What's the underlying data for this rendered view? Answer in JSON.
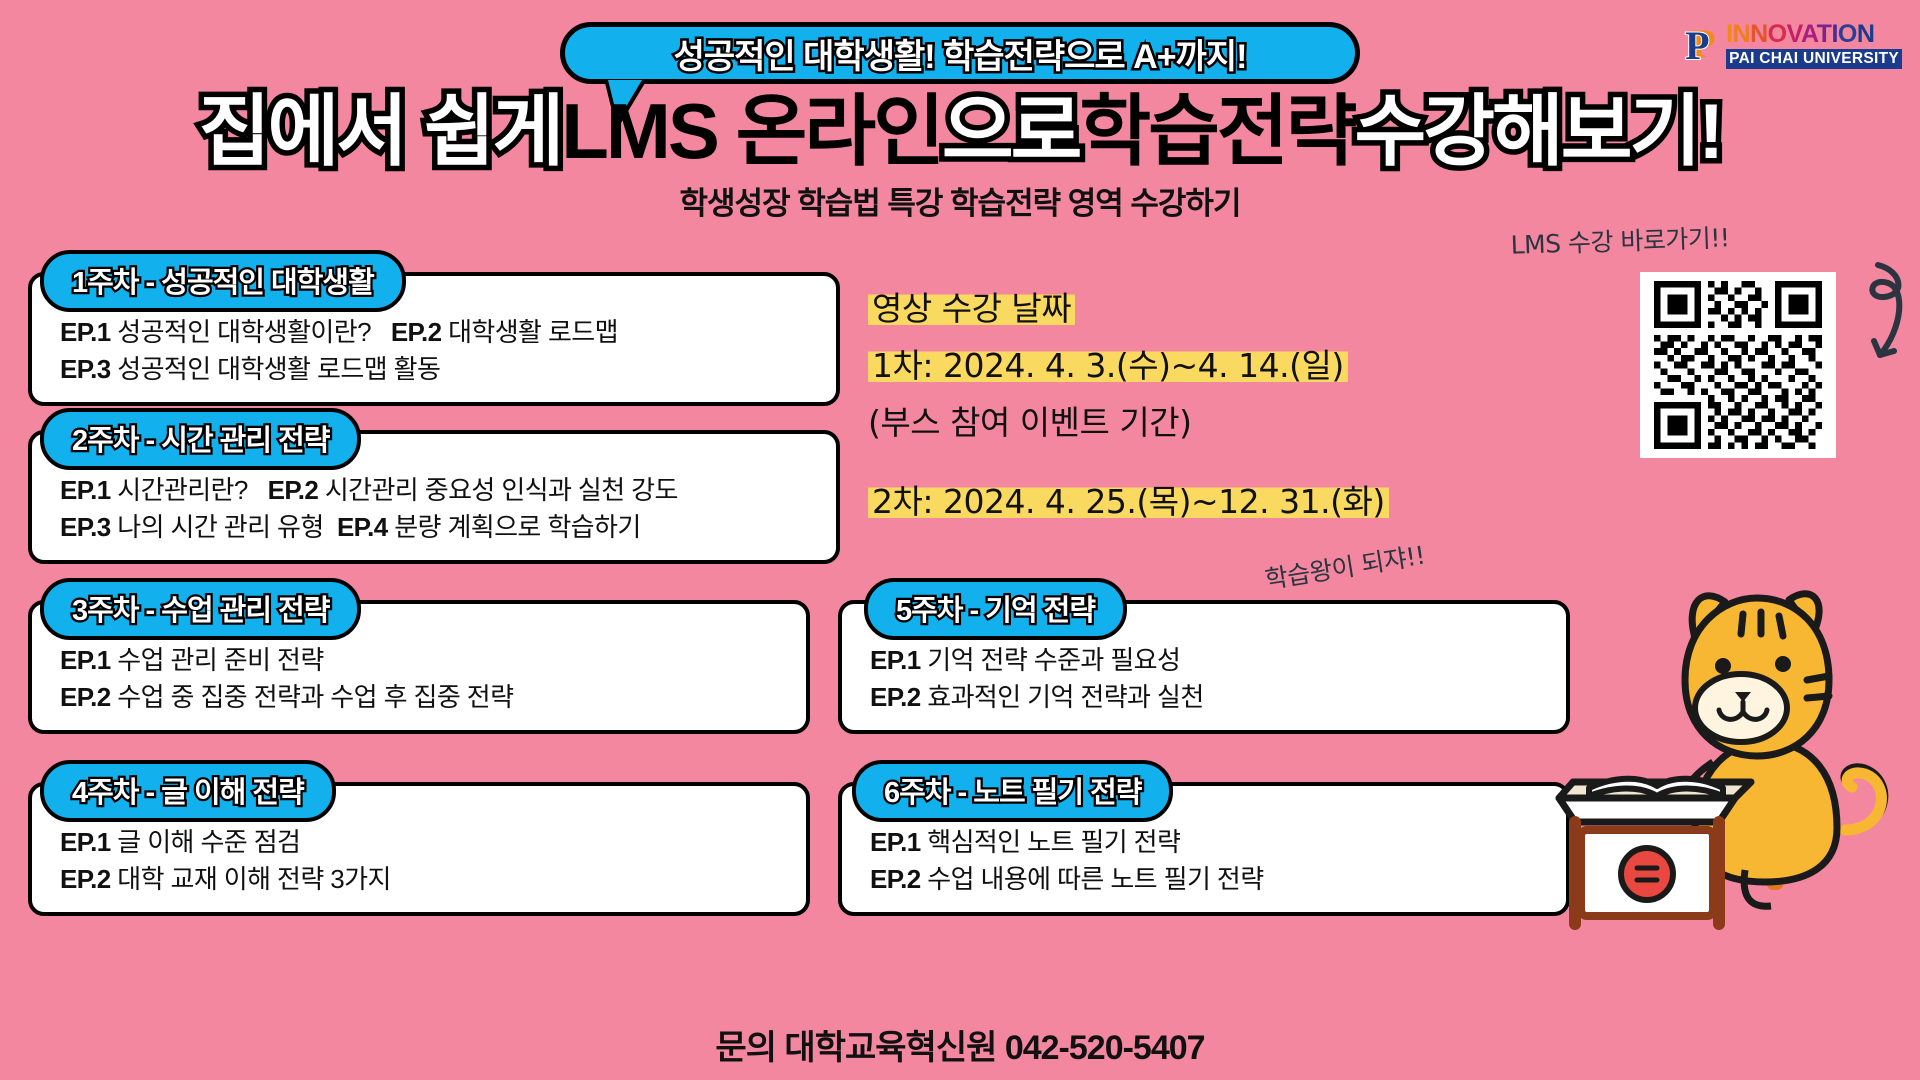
{
  "brand": {
    "logo_mark": "P",
    "logo_primary": "INNOVATION",
    "logo_secondary": "PAI CHAI UNIVERSITY"
  },
  "banner": {
    "text": "성공적인 대학생활! 학습전략으로 A+까지!"
  },
  "headline": {
    "seg1": "집에서 쉽게",
    "seg2": "LMS 온라",
    "seg3": "인",
    "seg4": "으로",
    "seg5": "학습전략",
    "seg6": "수강해보기!",
    "sub": "학생성장 학습법 특강 학습전략 영역 수강하기"
  },
  "weeks": [
    {
      "title": "1주차 - 성공적인 대학생활",
      "lines": [
        [
          {
            "tag": "EP.1",
            "text": "성공적인 대학생활이란?"
          },
          {
            "tag": "EP.2",
            "text": "대학생활 로드맵"
          }
        ],
        [
          {
            "tag": "EP.3",
            "text": "성공적인 대학생활 로드맵 활동"
          }
        ]
      ]
    },
    {
      "title": "2주차 - 시간 관리 전략",
      "lines": [
        [
          {
            "tag": "EP.1",
            "text": "시간관리란?"
          },
          {
            "tag": "EP.2",
            "text": "시간관리 중요성 인식과 실천 강도"
          }
        ],
        [
          {
            "tag": "EP.3",
            "text": "나의 시간 관리 유형"
          },
          {
            "tag": "EP.4",
            "text": "분량 계획으로 학습하기"
          }
        ]
      ]
    },
    {
      "title": "3주차 - 수업 관리 전략",
      "lines": [
        [
          {
            "tag": "EP.1",
            "text": "수업 관리 준비 전략"
          }
        ],
        [
          {
            "tag": "EP.2",
            "text": "수업 중 집중 전략과 수업 후 집중 전략"
          }
        ]
      ]
    },
    {
      "title": "4주차 - 글 이해 전략",
      "lines": [
        [
          {
            "tag": "EP.1",
            "text": "글 이해 수준 점검"
          }
        ],
        [
          {
            "tag": "EP.2",
            "text": "대학 교재 이해 전략 3가지"
          }
        ]
      ]
    },
    {
      "title": "5주차 - 기억 전략",
      "lines": [
        [
          {
            "tag": "EP.1",
            "text": "기억 전략 수준과 필요성"
          }
        ],
        [
          {
            "tag": "EP.2",
            "text": "효과적인 기억 전략과 실천"
          }
        ]
      ]
    },
    {
      "title": "6주차 - 노트 필기 전략",
      "lines": [
        [
          {
            "tag": "EP.1",
            "text": "핵심적인 노트 필기 전략"
          }
        ],
        [
          {
            "tag": "EP.2",
            "text": "수업 내용에 따른 노트 필기 전략"
          }
        ]
      ]
    }
  ],
  "schedule": {
    "heading": "영상 수강 날짜",
    "period1": "1차: 2024. 4. 3.(수)~4. 14.(일)",
    "period1_note": "(부스 참여 이벤트 기간)",
    "period2": "2차: 2024. 4. 25.(목)~12. 31.(화)"
  },
  "qr": {
    "label": "LMS 수강 바로가기!!"
  },
  "mascot": {
    "caption": "학습왕이 되쟈!!"
  },
  "footer": {
    "text": "문의 대학교육혁신원 042-520-5407"
  },
  "colors": {
    "background": "#f2879f",
    "accent_blue": "#12b0ec",
    "highlight_yellow": "#fad960",
    "card_white": "#ffffff",
    "outline_black": "#000000",
    "tiger_orange": "#f7b733"
  }
}
